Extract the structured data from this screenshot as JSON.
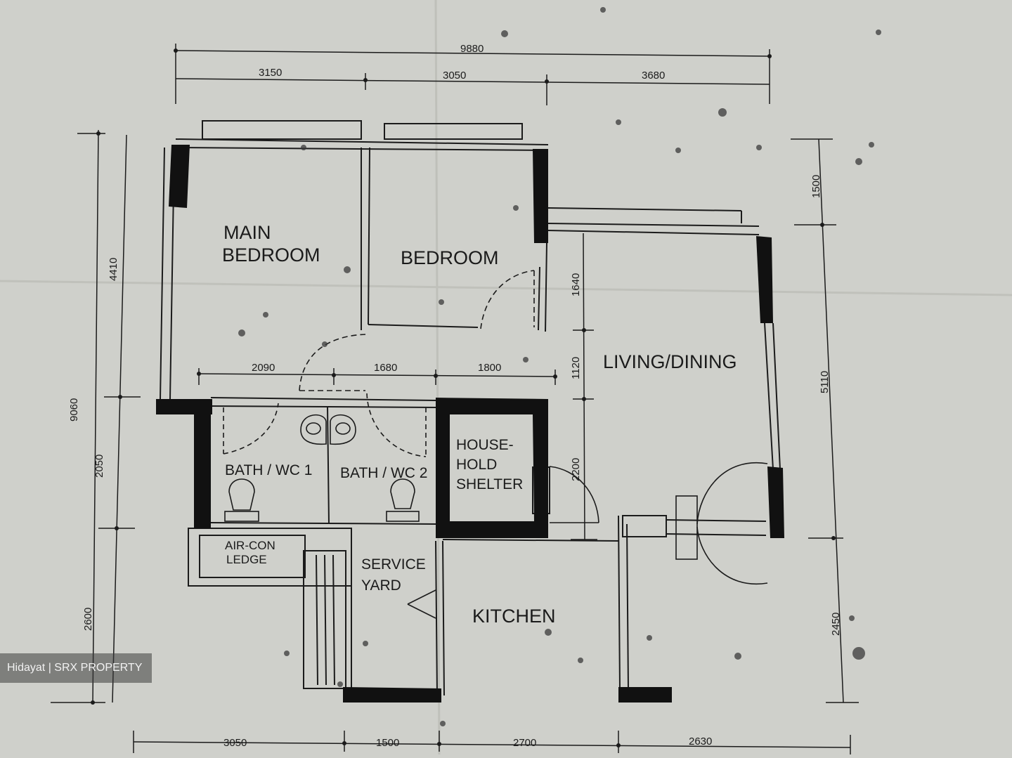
{
  "rooms": {
    "main_bedroom_line1": "MAIN",
    "main_bedroom_line2": "BEDROOM",
    "bedroom": "BEDROOM",
    "living_dining": "LIVING/DINING",
    "bath_wc1": "BATH / WC 1",
    "bath_wc2": "BATH / WC 2",
    "shelter_line1": "HOUSE-",
    "shelter_line2": "HOLD",
    "shelter_line3": "SHELTER",
    "aircon_line1": "AIR-CON",
    "aircon_line2": "LEDGE",
    "service_line1": "SERVICE",
    "service_line2": "YARD",
    "kitchen": "KITCHEN"
  },
  "dimensions": {
    "top_total": "9880",
    "top_segments": [
      "3150",
      "3050",
      "3680"
    ],
    "inner_segments": [
      "2090",
      "1680",
      "1800"
    ],
    "bottom_segments": [
      "3050",
      "1500",
      "2700",
      "2630"
    ],
    "left_total": "9060",
    "left_segments": [
      "4410",
      "2050",
      "2600"
    ],
    "right_segments": [
      "1500",
      "5110",
      "2450"
    ],
    "mid_vertical": [
      "1640",
      "1120",
      "2200"
    ]
  },
  "watermark": "Hidayat | SRX PROPERTY",
  "colors": {
    "paper": "#cfd0cb",
    "ink": "#1b1b1b",
    "wall": "#111111"
  }
}
